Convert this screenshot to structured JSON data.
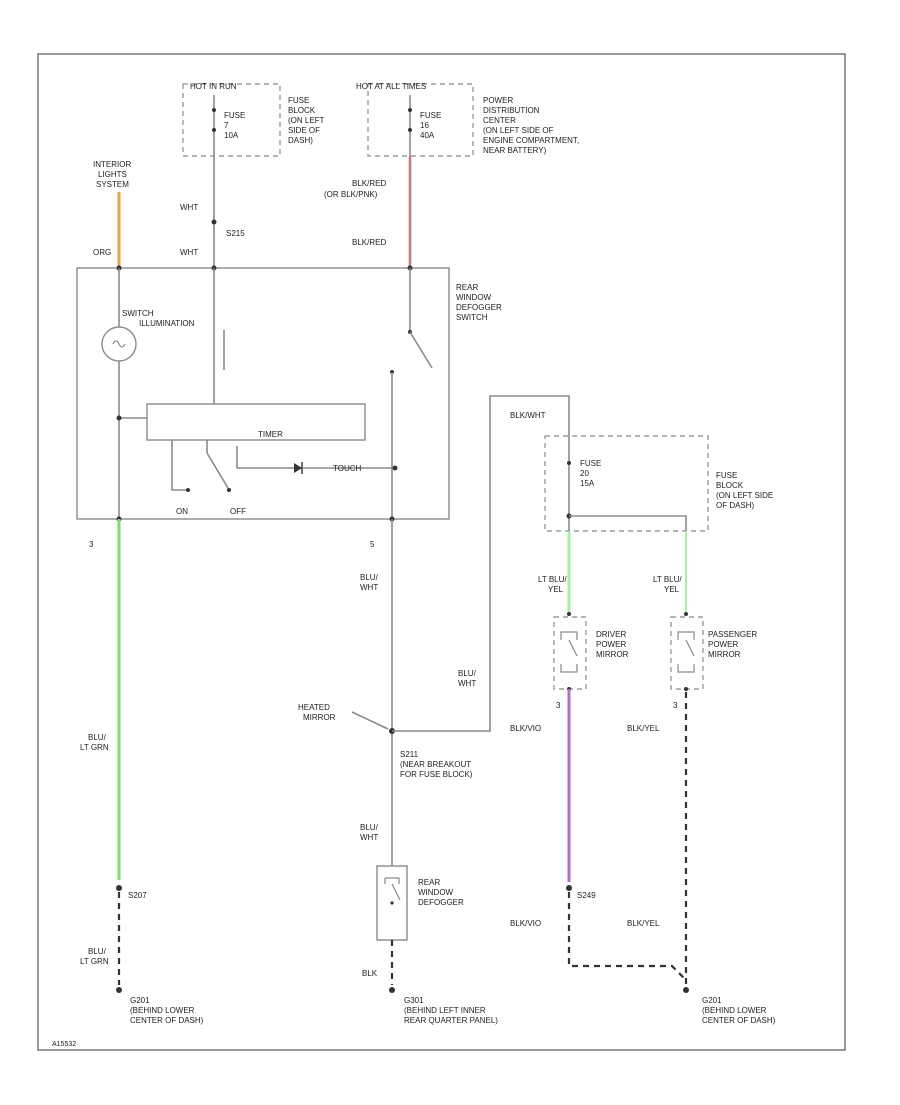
{
  "labels": {
    "fuse_ign_hdr": "HOT IN RUN",
    "fuse_ign_fuse": "FUSE",
    "fuse_ign_num": "7",
    "fuse_ign_amp": "10A",
    "fuse_ign_desc": [
      "FUSE",
      "BLOCK",
      "(ON LEFT",
      "SIDE OF",
      "DASH)"
    ],
    "fuse_pwr_hdr": "HOT AT ALL TIMES",
    "fuse_pwr_fuse": "FUSE",
    "fuse_pwr_num": "16",
    "fuse_pwr_amp": "40A",
    "fuse_pwr_desc": [
      "POWER",
      "DISTRIBUTION",
      "CENTER",
      "(ON LEFT SIDE OF",
      "ENGINE COMPARTMENT,",
      "NEAR BATTERY)"
    ],
    "interior_lights": [
      "INTERIOR",
      "LIGHTS",
      "SYSTEM"
    ],
    "wht_upper": "WHT",
    "s215": "S215",
    "wht_lower": "WHT",
    "org": "ORG",
    "blk_red_1": "BLK/RED",
    "blk_red_1b": "(OR BLK/PNK)",
    "blk_red_2": "BLK/RED",
    "switch_label": [
      "REAR",
      "WINDOW",
      "DEFOGGER",
      "SWITCH"
    ],
    "switch_illum": [
      "SWITCH",
      "ILLUMINATION"
    ],
    "timer": "TIMER",
    "on": "ON",
    "off": "OFF",
    "touch": "TOUCH",
    "pin_left": "3",
    "pin_mid": "5",
    "blk_wht_top": "BLK/WHT",
    "fuse_blk_fuse": "FUSE",
    "fuse_blk_num": "20",
    "fuse_blk_amp": "15A",
    "fuse_blk_desc": [
      "FUSE",
      "BLOCK",
      "(ON LEFT SIDE",
      "OF DASH)"
    ],
    "lt_blu_yel_l": [
      "LT BLU/",
      "YEL"
    ],
    "lt_blu_yel_r": [
      "LT BLU/",
      "YEL"
    ],
    "driver_mirror": [
      "DRIVER",
      "POWER",
      "MIRROR"
    ],
    "pass_mirror": [
      "PASSENGER",
      "POWER",
      "MIRROR"
    ],
    "blu_wht_mid": [
      "BLU/",
      "WHT"
    ],
    "blu_wht_right": [
      "BLU/",
      "WHT"
    ],
    "heated_mirror": [
      "HEATED",
      "MIRROR"
    ],
    "s211": [
      "S211",
      "(NEAR BREAKOUT",
      "FOR FUSE BLOCK)"
    ],
    "blu_ltgrn_1": [
      "BLU/",
      "LT GRN"
    ],
    "blu_ltgrn_2": [
      "BLU/",
      "LT GRN"
    ],
    "blk_vio_1": "BLK/VIO",
    "blk_vio_2": "BLK/VIO",
    "blk_yel_1": "BLK/YEL",
    "blk_yel_2": "BLK/YEL",
    "pin_d3": "3",
    "pin_p3": "3",
    "s207": "S207",
    "s249": "S249",
    "blu_wht_low": [
      "BLU/",
      "WHT"
    ],
    "defogger": [
      "REAR",
      "WINDOW",
      "DEFOGGER"
    ],
    "blk": "BLK",
    "g201_left": [
      "G201",
      "(BEHIND LOWER",
      "CENTER OF DASH)"
    ],
    "g301": [
      "G301",
      "(BEHIND LEFT INNER",
      "REAR QUARTER PANEL)"
    ],
    "g201_right": [
      "G201",
      "(BEHIND LOWER",
      "CENTER OF DASH)"
    ],
    "figure_id": "A15532"
  },
  "colors": {
    "wire_red": "#c47b7b",
    "wire_orange": "#f0a040",
    "wire_green": "#7fd97f",
    "wire_violet": "#b070c0",
    "wire_lightgreen": "#a8f0a8",
    "wire_gray": "#8a8a8a"
  }
}
